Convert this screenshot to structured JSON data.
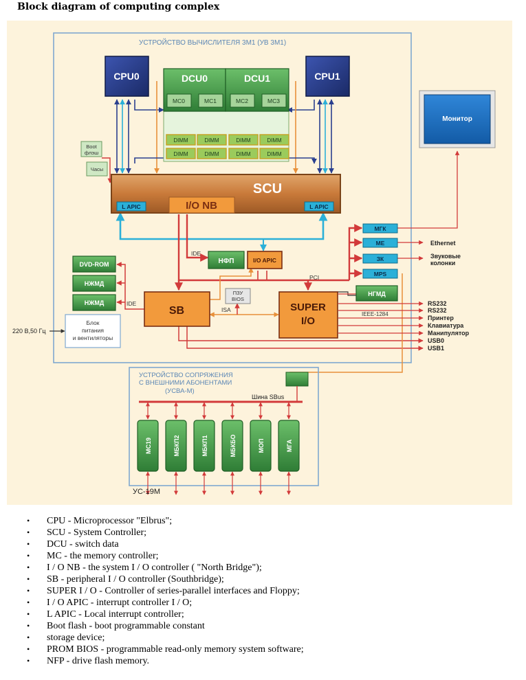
{
  "title": "Block diagram of computing complex",
  "diagram": {
    "uv_label": "УСТРОЙСТВО ВЫЧИСЛИТЕЛЯ 3М1 (УВ 3М1)",
    "cpu0": "CPU0",
    "cpu1": "CPU1",
    "dcu0": "DCU0",
    "dcu1": "DCU1",
    "mc": [
      "MC0",
      "MC1",
      "MC2",
      "MC3"
    ],
    "dimm": "DIMM",
    "boot_flash": [
      "Boot",
      "флэш"
    ],
    "clock": "Часы",
    "scu": "SCU",
    "io_nb": "I/O NB",
    "lapic": "L APIC",
    "monitor": "Монитор",
    "mgk": "МГК",
    "me": "ME",
    "zk": "ЗК",
    "mps": "MPS",
    "ethernet": "Ethernet",
    "speakers": [
      "Звуковые",
      "колонки"
    ],
    "ide_top": "IDE",
    "nfp": "НФП",
    "io_apic": "I/O APIC",
    "pci": "PCI",
    "dvd": "DVD-ROM",
    "hdd": "НЖМД",
    "ide_left": "IDE",
    "sb": "SB",
    "prom_bios": [
      "ПЗУ",
      "BIOS"
    ],
    "isa": "ISA",
    "super_io": [
      "SUPER",
      "I/O"
    ],
    "ieee": "IEEE-1284",
    "ngmd": "НГМД",
    "ports": [
      "RS232",
      "RS232",
      "Принтер",
      "Клавиатура",
      "Манипулятор",
      "USB0",
      "USB1"
    ],
    "power_input": "220 В,50 Гц",
    "psu": [
      "Блок",
      "питания",
      "и вентиляторы"
    ],
    "usva_label": [
      "УСТРОЙСТВО СОПРЯЖЕНИЯ",
      "С ВНЕШНИМИ АБОНЕНТАМИ",
      "(УСВА-М)"
    ],
    "sbus": "Шина SBus",
    "modules": [
      "МС19",
      "МБКП2",
      "МБКП1",
      "МБКБО",
      "МОП",
      "МГА"
    ],
    "us19m": "УС-19М"
  },
  "legend": [
    "CPU - Microprocessor \"Elbrus\";",
    "SCU - System Controller;",
    "DCU - switch data",
    "MC - the memory controller;",
    "I / O NB - the system I / O controller ( \"North Bridge\");",
    "SB - peripheral I / O controller (Southbridge);",
    "SUPER I / O - Controller of series-parallel interfaces and Floppy;",
    "I / O APIC - interrupt controller I / O;",
    "L APIC - Local interrupt controller;",
    "Boot flash - boot programmable constant",
    "storage device;",
    "PROM BIOS - programmable read-only memory system software;",
    "NFP - drive flash memory."
  ],
  "colors": {
    "background": "#fdf3dc",
    "frame": "#7fa8d0",
    "cpu": "#2a3f8f",
    "green": "#4e9a52",
    "scu": "#c97a3a",
    "orange": "#f29a3c",
    "cyan": "#2bb0d8",
    "red": "#d23a3a",
    "monitor": "#1c6fc2"
  }
}
